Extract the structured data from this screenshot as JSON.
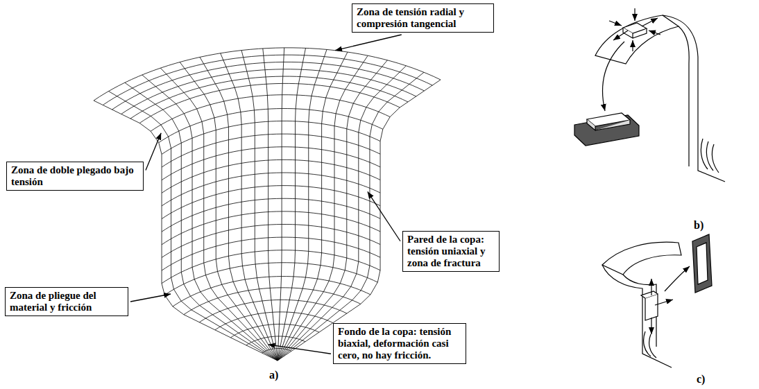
{
  "diagram": {
    "nodes": [
      {
        "text": [
          "Zona de tensión radial y compresión tangencial"
        ]
      },
      {
        "text": [
          "Zona de doble plegado bajo tensión"
        ]
      },
      {
        "text": [
          "Pared de la copa: tensión uniaxial y zona de fractura"
        ]
      },
      {
        "text": [
          "Zona de pliegue del material y fricción"
        ]
      },
      {
        "text": [
          "Fondo de la copa: tensión biaxial, deformación casi cero, no hay fricción."
        ]
      }
    ],
    "labels": [
      "a)",
      "b)",
      "c)"
    ]
  }
}
